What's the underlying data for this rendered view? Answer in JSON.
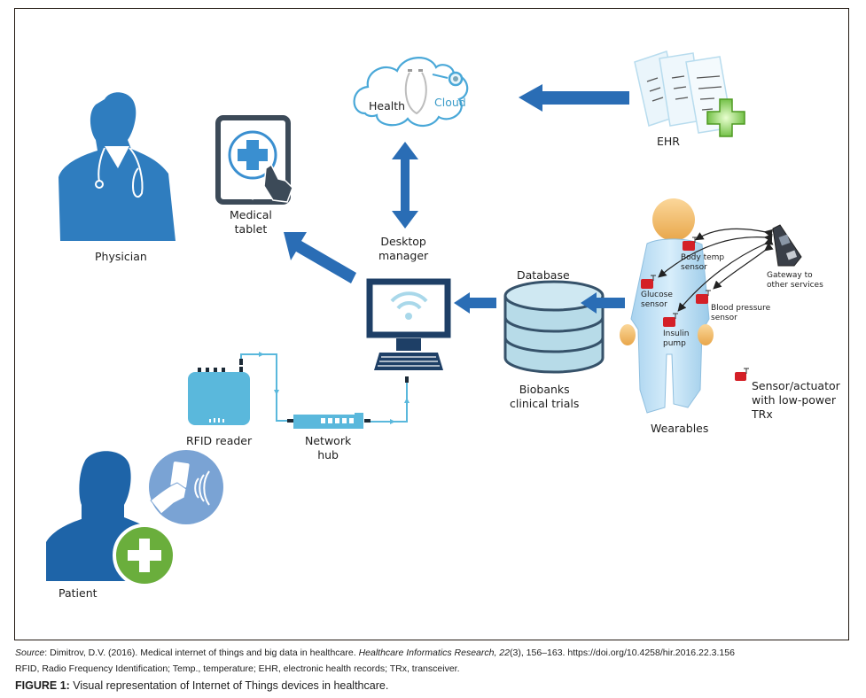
{
  "figure": {
    "nodes": {
      "health_cloud": {
        "label_part1": "Health",
        "label_part2": "Cloud"
      },
      "ehr": {
        "label": "EHR"
      },
      "physician": {
        "label": "Physician"
      },
      "medical_tablet": {
        "label_line1": "Medical",
        "label_line2": "tablet"
      },
      "desktop_manager": {
        "label_line1": "Desktop",
        "label_line2": "manager"
      },
      "database": {
        "label": "Database",
        "sublabel_line1": "Biobanks",
        "sublabel_line2": "clinical trials"
      },
      "wearables": {
        "label": "Wearables"
      },
      "rfid_reader": {
        "label": "RFID reader"
      },
      "network_hub": {
        "label_line1": "Network",
        "label_line2": "hub"
      },
      "patient": {
        "label": "Patient"
      },
      "gateway": {
        "label_line1": "Gateway to",
        "label_line2": "other services"
      }
    },
    "sensors": [
      {
        "label_line1": "Body temp",
        "label_line2": "sensor"
      },
      {
        "label_line1": "Glucose",
        "label_line2": "sensor"
      },
      {
        "label_line1": "Blood pressure",
        "label_line2": "sensor"
      },
      {
        "label_line1": "Insulin",
        "label_line2": "pump"
      }
    ],
    "legend": {
      "line1": "Sensor/actuator",
      "line2": "with low-power",
      "line3": "TRx"
    },
    "colors": {
      "arrow_blue": "#2a6db5",
      "physician_blue": "#2f7dbf",
      "patient_blue": "#1e64a8",
      "device_dark": "#243b5a",
      "cloud_blue": "#4aa8d8",
      "rfid_teal": "#5ab8dc",
      "sensor_red": "#d42027",
      "plus_green": "#6aae3c",
      "db_fill": "#b7dbe8",
      "db_stroke": "#36526a"
    }
  },
  "caption": {
    "source_label": "Source",
    "source_text_1": ": Dimitrov, D.V. (2016). Medical internet of things and big data in healthcare. ",
    "journal": "Healthcare Informatics Research, 22",
    "source_text_2": "(3), 156–163. https://doi.org/10.4258/hir.2016.22.3.156",
    "abbreviations": "RFID, Radio Frequency Identification; Temp., temperature; EHR, electronic health records; TRx, transceiver.",
    "figure_label": "FIGURE 1:",
    "figure_title": " Visual representation of Internet of Things devices in healthcare."
  }
}
